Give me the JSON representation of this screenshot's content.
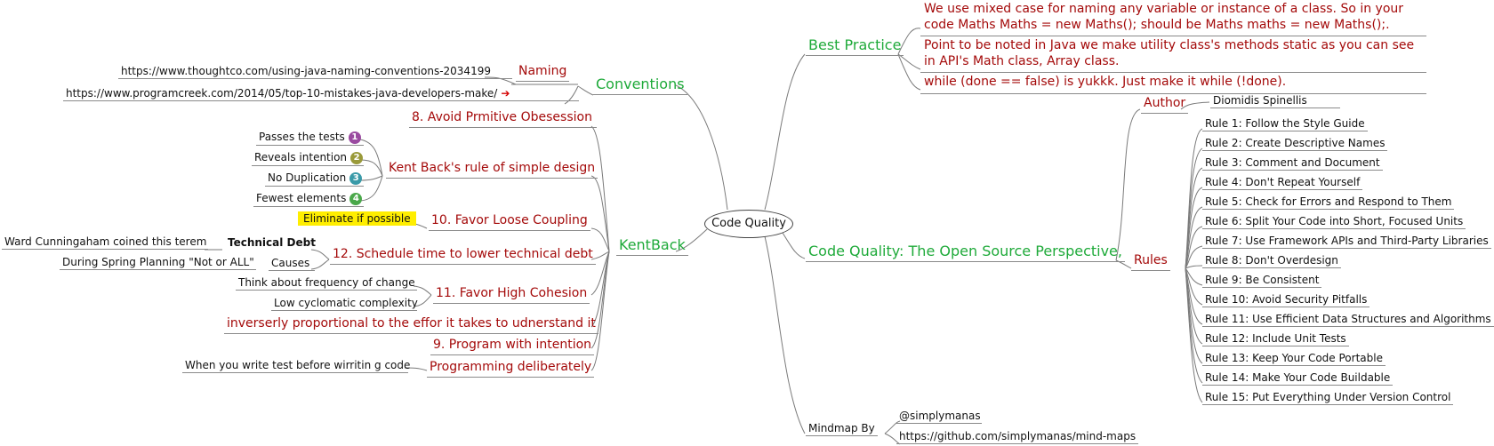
{
  "central": "Code Quality",
  "colors": {
    "main_topic": "#1faa3a",
    "subtopic": "#a40a0a",
    "highlight": "#ffee00",
    "badge_1": "#9a4aa0",
    "badge_2": "#9a9a3a",
    "badge_3": "#3a9aa8",
    "badge_4": "#4aa84a",
    "link_arrow": "#d40000"
  },
  "conventions": {
    "title": "Conventions",
    "naming": "Naming",
    "link1": "https://www.thoughtco.com/using-java-naming-conventions-2034199",
    "link2": "https://www.programcreek.com/2014/05/top-10-mistakes-java-developers-make/",
    "link2_icon": "red-arrow-icon"
  },
  "kentback": {
    "title": "KentBack",
    "avoid_primitive": "8. Avoid Prmitive Obesession",
    "simple_design": {
      "title": "Kent Back's rule of simple design",
      "rules": [
        {
          "label": "Passes the tests",
          "badge": "1"
        },
        {
          "label": "Reveals intention",
          "badge": "2"
        },
        {
          "label": "No Duplication",
          "badge": "3"
        },
        {
          "label": "Fewest elements",
          "badge": "4"
        }
      ]
    },
    "loose_coupling": {
      "title": "10. Favor Loose Coupling",
      "note": "Eliminate if possible"
    },
    "tech_debt": {
      "title": "12. Schedule time to lower technical debt",
      "technical_debt": "Technical Debt",
      "ward": "Ward Cunningaham coined this terem",
      "causes": "Causes",
      "spring": "During Spring Planning \"Not or ALL\""
    },
    "cohesion": {
      "title": "11. Favor High Cohesion",
      "frequency": "Think about frequency of change",
      "cyclomatic": "Low cyclomatic complexity"
    },
    "inverse": "inverserly proportional to the effor it takes to udnerstand it",
    "intention": "9. Program with intention",
    "deliberately": {
      "title": "Programming deliberately",
      "note": "When you write test before wirritin g code"
    }
  },
  "best_practice": {
    "title": "Best Practice",
    "items": [
      "We use mixed case for naming any variable or instance of a class. So in your code Maths Maths = new Maths(); should be Maths maths = new Maths();.",
      "Point to be noted in Java we make utility class's methods static as you can see in API's Math class, Array class.",
      "while (done == false) is yukkk. Just make it while (!done)."
    ]
  },
  "open_source": {
    "title": "Code Quality: The Open Source Perspective,",
    "author_label": "Author",
    "author": "Diomidis Spinellis",
    "rules_label": "Rules",
    "rules": [
      "Rule 1: Follow the Style Guide",
      "Rule 2: Create Descriptive Names",
      "Rule 3: Comment and Document",
      "Rule 4: Don't Repeat Yourself",
      "Rule 5: Check for Errors and Respond to Them",
      "Rule 6: Split Your Code into Short, Focused Units",
      "Rule 7: Use Framework APIs and Third-Party Libraries",
      "Rule 8: Don't Overdesign",
      "Rule 9: Be Consistent",
      "Rule 10: Avoid Security Pitfalls",
      "Rule 11: Use Efficient Data Structures and Algorithms",
      "Rule 12: Include Unit Tests",
      "Rule 13: Keep Your Code Portable",
      "Rule 14: Make Your Code Buildable",
      "Rule 15: Put Everything Under Version Control"
    ]
  },
  "mindmap_by": {
    "title": "Mindmap By",
    "handle": "@simplymanas",
    "url": "https://github.com/simplymanas/mind-maps"
  }
}
